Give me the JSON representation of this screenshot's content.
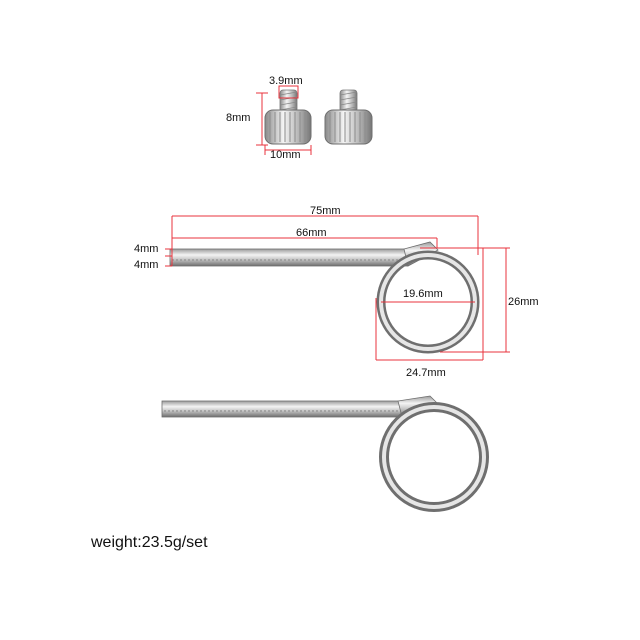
{
  "colors": {
    "dimension_line": "#e8333c",
    "metal_light": "#f3f3f3",
    "metal_mid": "#bdbdbd",
    "metal_dark": "#7a7a7a",
    "background": "#ffffff"
  },
  "screw_labels": {
    "thread_diameter": "3.9mm",
    "height": "8mm",
    "head_diameter": "10mm"
  },
  "pin_labels": {
    "total_length": "75mm",
    "shaft_length": "66mm",
    "shaft_width_top": "4mm",
    "shaft_width_bottom": "4mm",
    "ring_inner_diameter": "19.6mm",
    "ring_outer_width": "24.7mm",
    "ring_height": "26mm"
  },
  "weight_text": "weight:23.5g/set"
}
